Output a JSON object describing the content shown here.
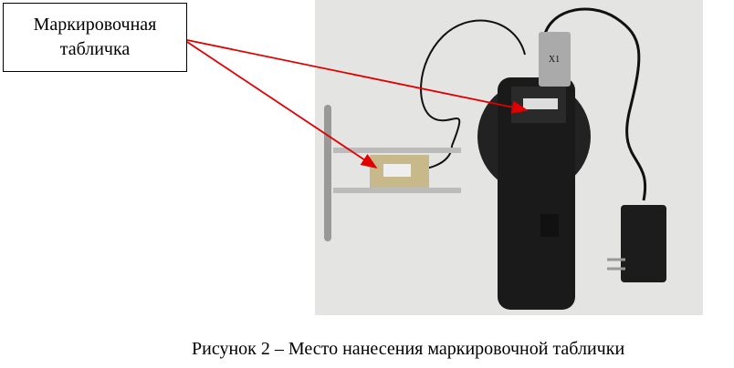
{
  "label": {
    "line1": "Маркировочная",
    "line2": "табличка"
  },
  "caption": "Рисунок 2 – Место нанесения маркировочной таблички",
  "device": {
    "connector_label": "X1"
  },
  "colors": {
    "arrow": "#e00000",
    "photo_bg": "#e4e4e2",
    "device": "#1a1a1a"
  }
}
